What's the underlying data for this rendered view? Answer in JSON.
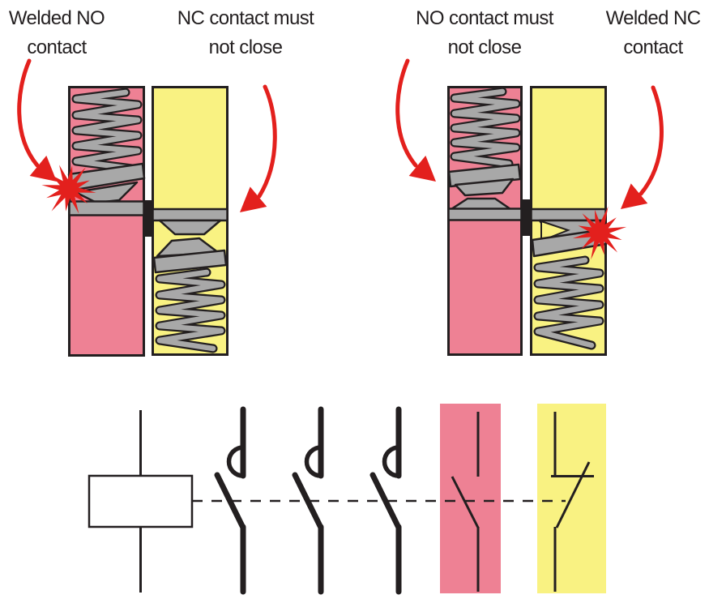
{
  "colors": {
    "pink": "#ee8194",
    "yellow": "#f9f282",
    "gray": "#a8a8a8",
    "red": "#e3201d",
    "ink": "#231f20"
  },
  "labels": {
    "welded_no": {
      "line1": "Welded NO",
      "line2": "contact"
    },
    "nc_must_not_close": {
      "line1": "NC contact must",
      "line2": "not close"
    },
    "no_must_not_close": {
      "line1": "NO contact must",
      "line2": "not close"
    },
    "welded_nc": {
      "line1": "Welded NC",
      "line2": "contact"
    }
  }
}
